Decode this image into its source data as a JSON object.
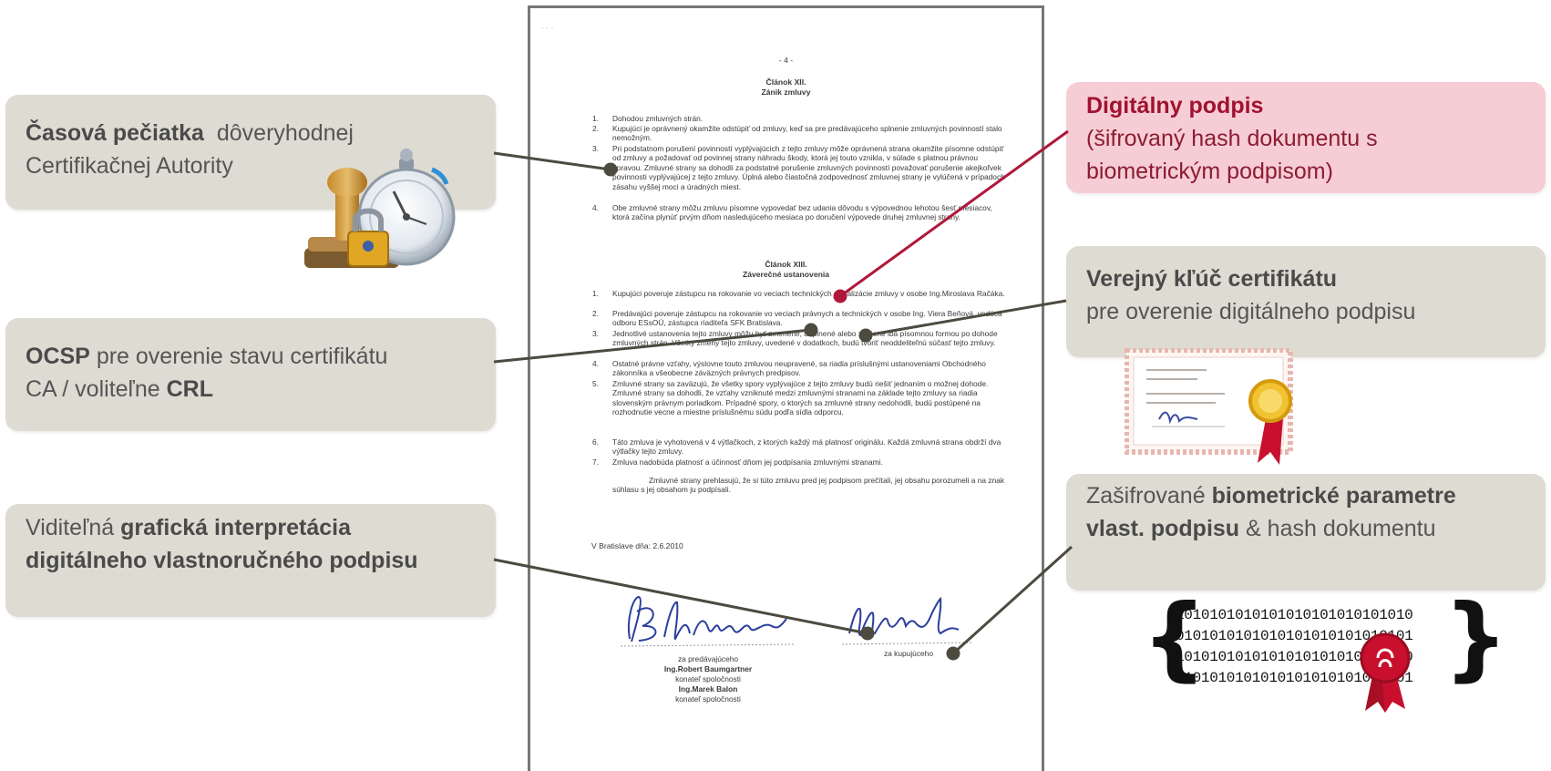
{
  "callouts": {
    "timestamp": {
      "bold": "Časová pečiatka",
      "rest": "dôveryhodnej Certifikačnej Autority"
    },
    "ocsp": {
      "bold1": "OCSP",
      "rest1": "pre overenie stavu certifikátu CA / voliteľne",
      "bold2": "CRL"
    },
    "visible": {
      "plain": "Viditeľná",
      "bold": "grafická interpretácia digitálneho vlastnoručného podpisu"
    },
    "digital_signature": {
      "bold": "Digitálny podpis",
      "rest": "(šifrovaný hash dokumentu s biometrickým podpisom)"
    },
    "public_key": {
      "bold": "Verejný kľúč certifikátu",
      "rest": "pre overenie digitálneho podpisu"
    },
    "biometric": {
      "plain1": "Zašifrované",
      "bold": "biometrické parametre vlast. podpisu",
      "plain2": "& hash dokumentu"
    }
  },
  "document": {
    "page_number": "- 4 -",
    "article12": {
      "title": "Článok XII.",
      "subtitle": "Zánik zmluvy"
    },
    "article12_items": [
      {
        "num": "1.",
        "text": "Dohodou zmluvných strán."
      },
      {
        "num": "2.",
        "text": "Kupujúci je oprávnený okamžite odstúpiť od zmluvy, keď sa pre predávajúceho splnenie zmluvných povinností stalo nemožným."
      },
      {
        "num": "3.",
        "text": "Pri podstatnom porušení povinností vyplývajúcich z tejto zmluvy môže oprávnená strana okamžite písomne odstúpiť od zmluvy a požadovať od povinnej strany náhradu škody, ktorá jej touto vznikla, v súlade s platnou právnou úpravou. Zmluvné strany sa dohodli za podstatné porušenie zmluvných povinností považovať porušenie akejkoľvek povinnosti vyplývajúcej z tejto zmluvy. Úplná alebo čiastočná zodpovednosť zmluvnej strany je vylúčená v prípadoch zásahu vyššej moci a úradných miest."
      },
      {
        "num": "4.",
        "text": "Obe zmluvné strany môžu zmluvu písomne vypovedať bez udania dôvodu s výpovednou lehotou šesť mesiacov, ktorá začína plynúť prvým dňom nasledujúceho mesiaca po doručení výpovede druhej zmluvnej strany."
      }
    ],
    "article13": {
      "title": "Článok XIII.",
      "subtitle": "Záverečné ustanovenia"
    },
    "article13_items": [
      {
        "num": "1.",
        "text": "Kupujúci poveruje zástupcu na rokovanie vo veciach technických a realizácie zmluvy v osobe Ing.Miroslava Račáka."
      },
      {
        "num": "2.",
        "text": "Predávajúci poveruje zástupcu na rokovanie vo veciach právnych a technických v osobe Ing. Viera Beňová, vedúca odboru ESsOÚ, zástupca riaditeľa SFK Bratislava."
      },
      {
        "num": "3.",
        "text": "Jednotlivé ustanovenia tejto zmluvy môžu byť zmenené, doplnené alebo zrušené iba písomnou formou po dohode zmluvných strán. Všetky zmeny tejto zmluvy, uvedené v dodatkoch, budú tvoriť neoddeliteľnú súčasť tejto zmluvy."
      },
      {
        "num": "4.",
        "text": "Ostatné právne vzťahy, výslovne touto zmluvou neupravené, sa riadia príslušnými ustanoveniami Obchodného zákonníka a všeobecne záväzných právnych predpisov."
      },
      {
        "num": "5.",
        "text": "Zmluvné strany sa zaväzujú, že všetky spory vyplývajúce z tejto zmluvy budú riešiť jednaním o možnej dohode. Zmluvné strany sa dohodli, že vzťahy vzniknuté medzi zmluvnými stranami na základe tejto zmluvy sa riadia slovenským právnym poriadkom. Prípadné spory, o ktorých sa zmluvné strany nedohodli, budú postúpené na rozhodnutie vecne a miestne príslušnému súdu podľa sídla odporcu."
      },
      {
        "num": "6.",
        "text": "Táto zmluva je vyhotovená v 4 výtlačkoch, z ktorých každý má platnosť originálu. Každá zmluvná strana obdrží dva výtlačky tejto zmluvy."
      },
      {
        "num": "7.",
        "text": "Zmluva nadobúda platnosť a účinnosť dňom jej podpísania zmluvnými stranami."
      }
    ],
    "closing": "Zmluvné strany prehlasujú, že si túto zmluvu pred jej podpisom prečítali, jej obsahu porozumeli a na znak súhlasu s jej obsahom ju podpísali.",
    "place_date": "V Bratislave dňa: 2.6.2010",
    "seller": {
      "label": "za predávajúceho",
      "name1": "Ing.Robert Baumgartner",
      "role1": "konateľ spoločnosti",
      "name2": "Ing.Marek Balon",
      "role2": "konateľ spoločnosti"
    },
    "buyer": {
      "label": "za kupujúceho"
    }
  },
  "binary": {
    "lines": [
      "1010101010101010101010101010",
      "0101010101010101010101010101",
      "1010101010101010101010101010",
      "0101010101010101010101010101"
    ]
  },
  "colors": {
    "callout_gray": "#dedbd2",
    "callout_pink": "#f7cdd5",
    "connector_gray": "#4d4a3f",
    "connector_red": "#b0183a"
  }
}
